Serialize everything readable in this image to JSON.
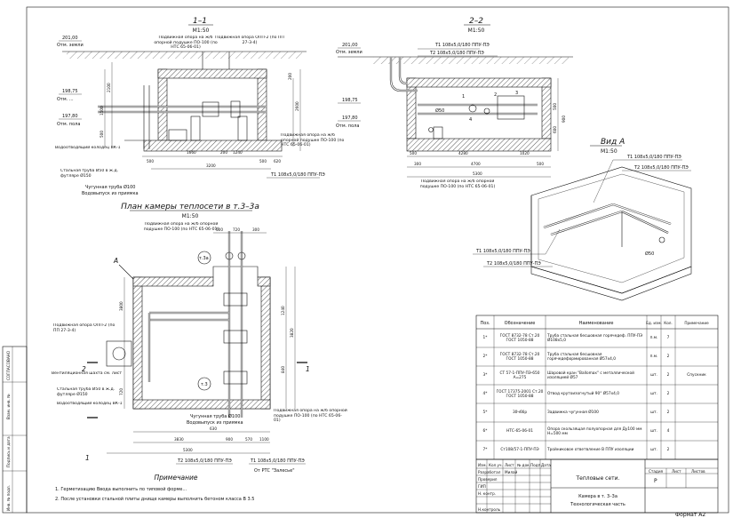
{
  "sections": {
    "s11": {
      "title": "1–1",
      "scale": "М1:50"
    },
    "s22": {
      "title": "2–2",
      "scale": "М1:50"
    },
    "plan": {
      "title": "План камеры теплосети в т.3–3а",
      "scale": "М1:50"
    },
    "viewA": {
      "title": "Вид А",
      "scale": "М1:50"
    }
  },
  "labels_11": {
    "lvl_ground": "201,00",
    "ground": "Отм. земли",
    "lvl_198": "198,75",
    "lvl_198_cap": "Отм. ...",
    "lvl_197": "197,80",
    "floor": "Отм. пола",
    "support_left": "Подвижная опора на ж/б опорной подушке ПО-100 (по НТС 65-06-01)",
    "support_right": "Подвижная опора ОПП-2 (по ПП 27-3-4)",
    "support_bottom": "Подвижная опора на ж/б опорной подушке ПО-100 (по НТС 65-06-01)",
    "waterproof": "Водоотводящий колодец ВК-1",
    "sleeve": "Стальная труба Ø50 в ж.д. футляре Ø150",
    "pipe100": "Чугунная труба Ø100",
    "outlet": "Водовыпуск из приямка",
    "pipes": "Т1 108х5,0/180 ППУ-ПЭ",
    "dims_h": [
      "500",
      "1660",
      "200",
      "1240",
      "500",
      "620",
      "3200"
    ],
    "dims_v": [
      "1500",
      "2100",
      "500",
      "2600",
      "200"
    ]
  },
  "labels_22": {
    "lvl_ground": "201,00",
    "ground": "Отм. земли",
    "lvl_198": "198,75",
    "lvl_197": "197,80",
    "floor": "Отм. пола",
    "pipe_t1": "Т1 108х5,0/180 ППУ-ПЭ",
    "pipe_t2": "Т2 108х5,0/180 ППУ-ПЭ",
    "d50": "Ø50",
    "support": "Подвижная опора на ж/б опорной подушке ПО-100 (по НТС 65-06-01)",
    "dims_h": [
      "500",
      "4280",
      "1020",
      "500",
      "4700",
      "300",
      "5300"
    ],
    "dims_v": [
      "500",
      "600",
      "900"
    ],
    "marks": [
      "1",
      "2",
      "3",
      "4"
    ]
  },
  "labels_viewA": {
    "t1_top": "Т1 108х5,0/180 ППУ-ПЭ",
    "t2_top": "Т2 108х5,0/180 ППУ-ПЭ",
    "t1_bot": "Т1 108х5,0/180 ППУ-ПЭ",
    "t2_bot": "Т2 108х5,0/180 ППУ-ПЭ",
    "d50": "Ø50"
  },
  "labels_plan": {
    "support_top": "Подвижная опора на ж/б опорной подушке ПО-100 (по НТС 65-06-01)",
    "support_left": "Подвижная опора ОПП-2 (по ПП 27-3-4)",
    "valve_box": "Вентиляционная шахта см. лист",
    "sleeve": "Стальная труба Ø50 в ж.д. футляре Ø150",
    "well": "Водоотводящий колодец ВК-1",
    "pipe100": "Чугунная труба Ø100",
    "outlet": "Водовыпуск из приямка",
    "support_bottom": "Подвижная опора на ж/б опорной подушке ПО-100 (по НТС 65-06-01)",
    "t2": "Т2 108х5,0/180 ППУ-ПЭ",
    "t1": "Т1 108х5,0/180 ППУ-ПЭ",
    "ptc": "От РТС \"Залесье\"",
    "point_3a": "т.3а",
    "point_3": "т.3",
    "arrow_a": "А",
    "cut_1": "1",
    "cut_2": "2",
    "dims_top": [
      "500",
      "720",
      "300"
    ],
    "dims_v": [
      "1240",
      "840",
      "3820",
      "3800",
      "720"
    ],
    "dims_bottom": [
      "630",
      "900",
      "570",
      "1100",
      "3830",
      "5300"
    ]
  },
  "notes": {
    "title": "Примечание",
    "items": [
      "1. Герметизацию Ввода выполнить по типовой форме...",
      "2. После установки стальной плиты днище камеры выполнить бетоном класса В 3.5"
    ]
  },
  "spec": {
    "headers": [
      "Поз.",
      "Обозначение",
      "Наименование",
      "Ед. изм.",
      "Кол.",
      "Примечание"
    ],
    "rows": [
      [
        "1*",
        "ГОСТ 8732-78 Ст.20 ГОСТ 1050-88",
        "Труба стальная бесшовная горячедеф. ППУ-ПЭ Ø108х5,0",
        "п.м.",
        "7",
        ""
      ],
      [
        "2*",
        "ГОСТ 8732-78 Ст.20 ГОСТ 1050-88",
        "Труба стальная бесшовная горячедеформированная Ø57х4,0",
        "п.м.",
        "2",
        ""
      ],
      [
        "3*",
        "СТ 57-1-ППУ-ПЭ-650 А=275",
        "Шаровой кран \"Ballomax\" с металлической изоляцией Ø57",
        "шт.",
        "2",
        "Спускник"
      ],
      [
        "4*",
        "ГОСТ 17375-2001 Ст.20 ГОСТ 1050-88",
        "Отвод крутоизогнутый 90° Ø57х4,0",
        "шт.",
        "2",
        ""
      ],
      [
        "5*",
        "30ч6бр",
        "Задвижка чугунная Ø100",
        "шт.",
        "2",
        ""
      ],
      [
        "6*",
        "НТС-65-06-01",
        "Опора скользящая полуопорная для Ду100 мм Н=500 мм",
        "шт.",
        "4",
        ""
      ],
      [
        "7*",
        "Ст108/57-1-ППУ-ПЭ",
        "Тройниковое ответвление В ППУ изоляции",
        "шт.",
        "2",
        ""
      ]
    ]
  },
  "titleblock": {
    "left_cols": [
      "Изм.",
      "Кол.уч.",
      "Лист",
      "№ док.",
      "Подп.",
      "Дата"
    ],
    "roles": [
      "Разработал",
      "Проверил",
      "ГИП",
      "Н. контр.",
      "Н.контроль"
    ],
    "developer_name": "Милай",
    "project": "Тепловые сети.",
    "sheet_title": "Камера в т. 3–3а",
    "sheet_sub": "Технологическая часть",
    "stage_label": "Стадия",
    "sheet_label": "Лист",
    "sheets_label": "Листов",
    "stage": "Р",
    "format": "Формат А2"
  },
  "side_stamp": {
    "items": [
      "Взам. инв. №",
      "Подпись и дата",
      "Инв. № подл.",
      "СОГЛАСОВАНО"
    ]
  }
}
